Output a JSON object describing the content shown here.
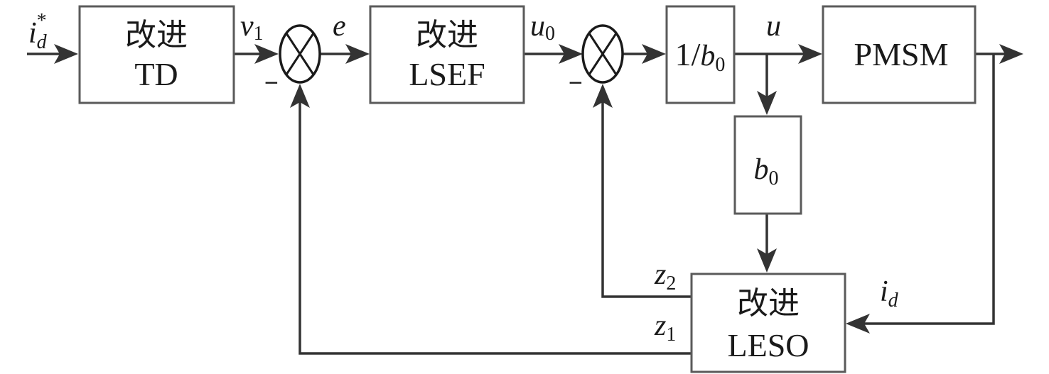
{
  "diagram": {
    "type": "control-block-diagram",
    "blocks": {
      "td": {
        "line1": "改进",
        "line2": "TD"
      },
      "lsef": {
        "line1": "改进",
        "line2": "LSEF"
      },
      "inv_b0": {
        "num": "1/",
        "var": "b",
        "sub": "0"
      },
      "pmsm": {
        "label": "PMSM"
      },
      "b0": {
        "var": "b",
        "sub": "0"
      },
      "leso": {
        "line1": "改进",
        "line2": "LESO"
      }
    },
    "signals": {
      "id_ref": {
        "var": "i",
        "sub": "d",
        "sup": "*"
      },
      "v1": {
        "var": "v",
        "sub": "1"
      },
      "e": {
        "var": "e"
      },
      "u0": {
        "var": "u",
        "sub": "0"
      },
      "u": {
        "var": "u"
      },
      "z2": {
        "var": "z",
        "sub": "2"
      },
      "z1": {
        "var": "z",
        "sub": "1"
      },
      "id": {
        "var": "i",
        "sub": "d"
      }
    },
    "summing_junctions": {
      "sum1": {
        "sign": "−"
      },
      "sum2": {
        "sign": "−"
      }
    }
  }
}
